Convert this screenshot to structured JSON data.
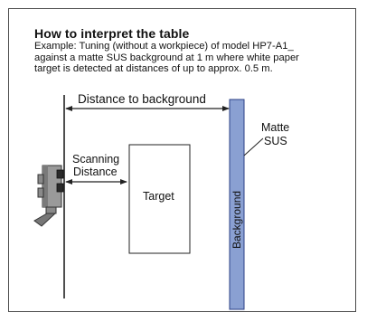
{
  "heading": "How to interpret the table",
  "description_lines": [
    "Example: Tuning (without a workpiece) of model HP7-A1_",
    "against a matte SUS background at 1 m where white paper",
    "target is detected at distances of up to approx. 0.5 m."
  ],
  "labels": {
    "distance_to_background": "Distance to background",
    "scanning_line1": "Scanning",
    "scanning_line2": "Distance",
    "target": "Target",
    "background": "Background",
    "matte_line1": "Matte",
    "matte_line2": "SUS"
  },
  "colors": {
    "background_bar_fill": "#8aa0d2",
    "background_bar_stroke": "#2b3f86",
    "line": "#222222"
  },
  "icons": {
    "sensor": "photoelectric-sensor-icon"
  }
}
